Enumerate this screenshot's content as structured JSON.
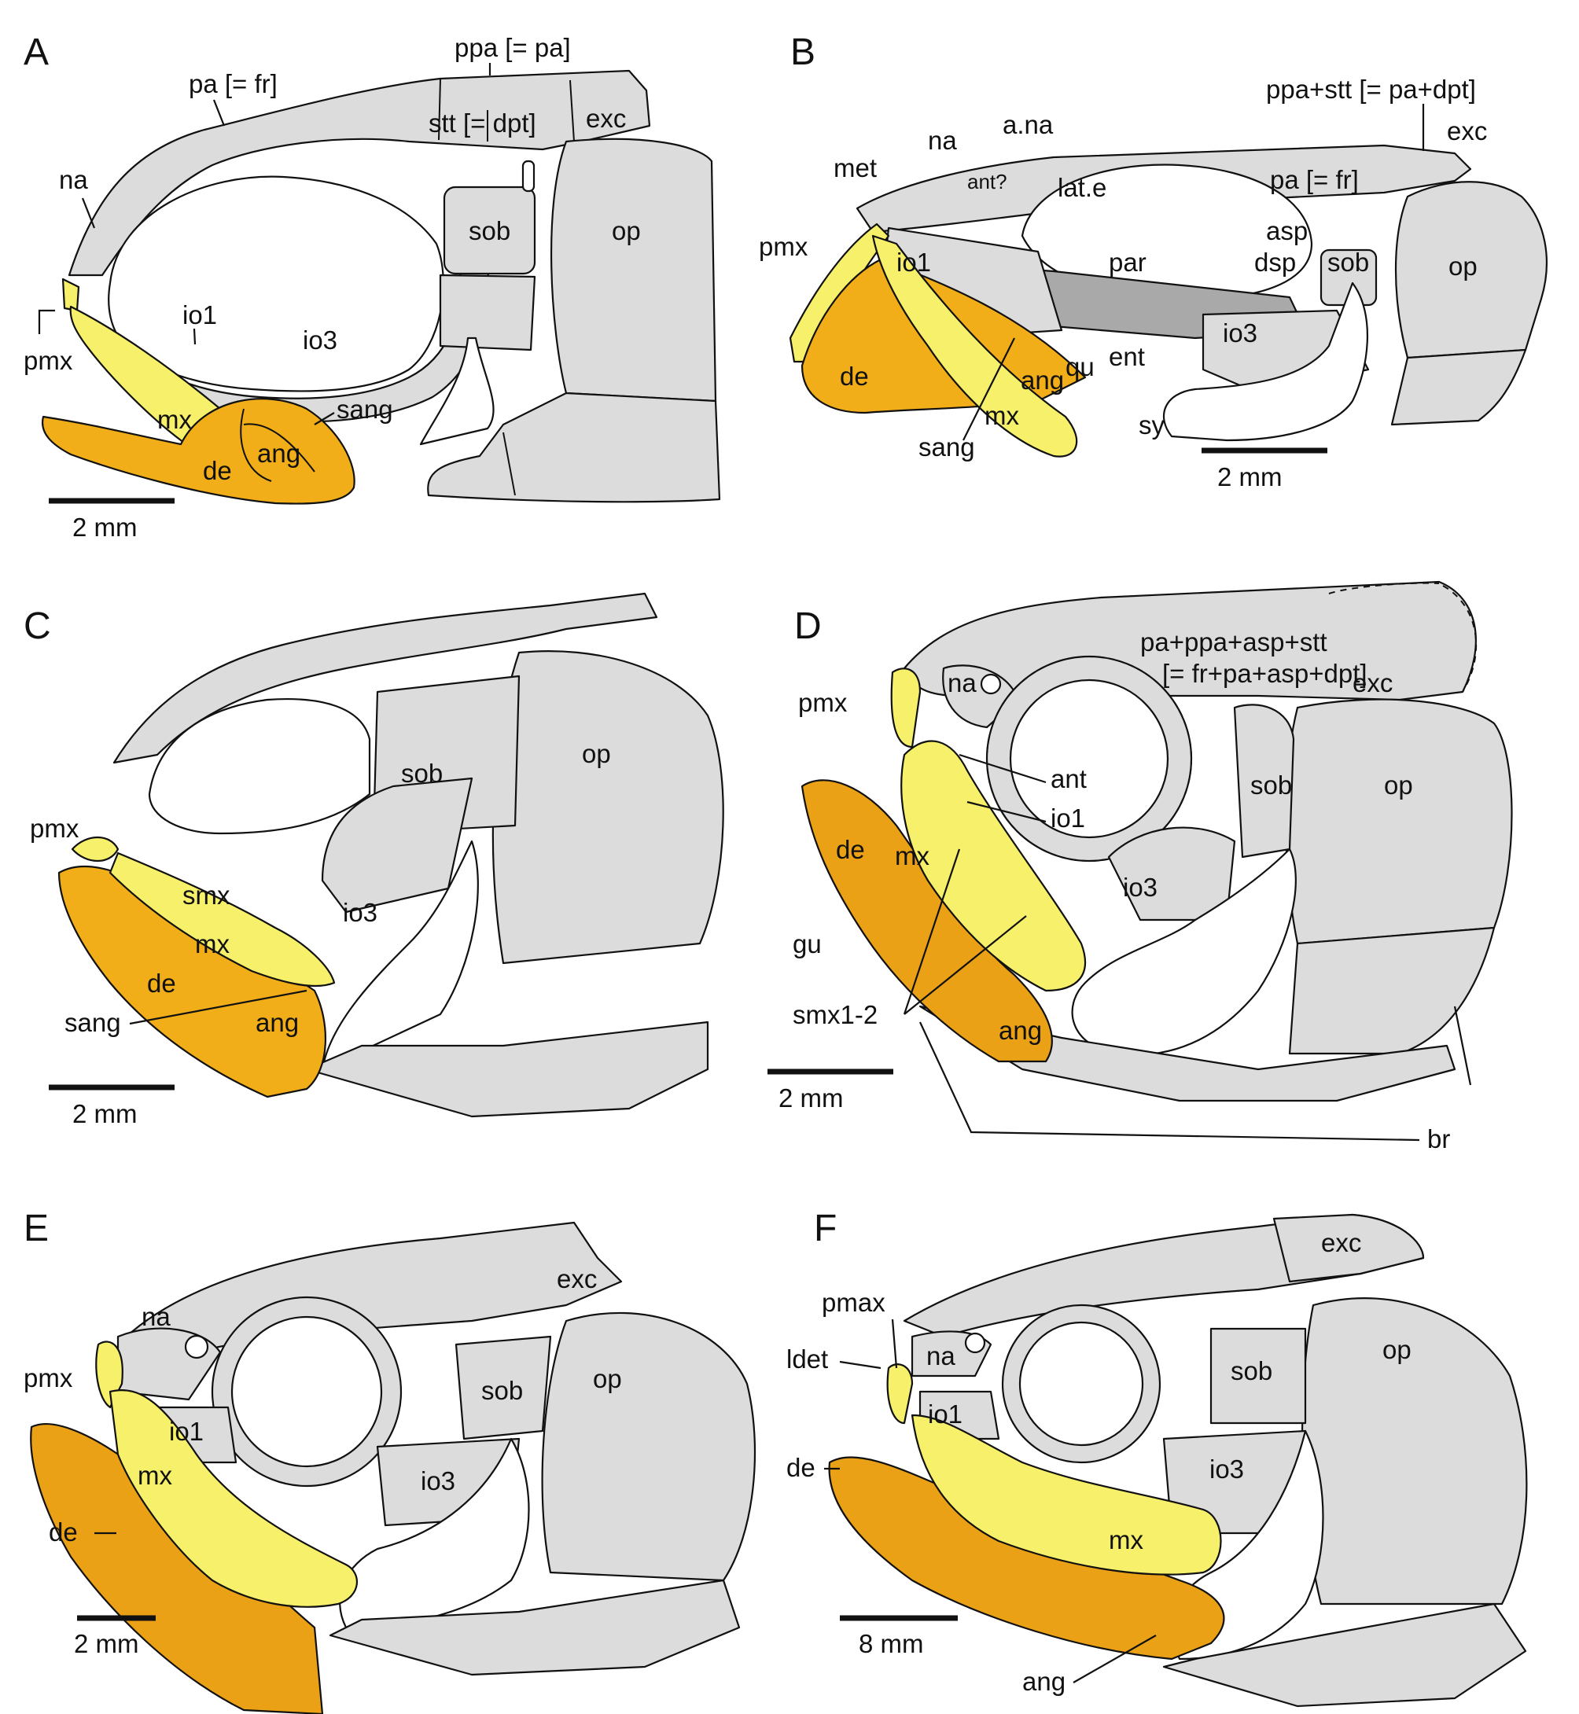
{
  "panels": {
    "A": {
      "letter": "A",
      "labels": {
        "ppa": "ppa [= pa]",
        "pa": "pa [= fr]",
        "stt": "stt [= dpt]",
        "exc": "exc",
        "na": "na",
        "sob": "sob",
        "op": "op",
        "io1": "io1",
        "io3": "io3",
        "pmx": "pmx",
        "sang": "sang",
        "mx": "mx",
        "ang": "ang",
        "de": "de"
      },
      "scale": "2 mm"
    },
    "B": {
      "letter": "B",
      "labels": {
        "ppa_stt": "ppa+stt [= pa+dpt]",
        "exc": "exc",
        "na": "na",
        "a_na": "a.na",
        "met": "met",
        "ant": "ant?",
        "lat_e": "lat.e",
        "pa": "pa [= fr]",
        "pmx": "pmx",
        "io1": "io1",
        "par": "par",
        "asp": "asp",
        "dsp": "dsp",
        "sob": "sob",
        "op": "op",
        "io3": "io3",
        "de": "de",
        "ang": "ang",
        "qu": "qu",
        "ent": "ent",
        "mx": "mx",
        "sang": "sang",
        "sy": "sy"
      },
      "scale": "2 mm"
    },
    "C": {
      "letter": "C",
      "labels": {
        "sob": "sob",
        "op": "op",
        "pmx": "pmx",
        "smx": "smx",
        "io3": "io3",
        "mx": "mx",
        "de": "de",
        "sang": "sang",
        "ang": "ang"
      },
      "scale": "2 mm"
    },
    "D": {
      "letter": "D",
      "labels": {
        "roof": "pa+ppa+asp+stt",
        "roof_eq": "[= fr+pa+asp+dpt]",
        "exc": "exc",
        "pmx": "pmx",
        "na": "na",
        "ant": "ant",
        "io1": "io1",
        "sob": "sob",
        "op": "op",
        "de": "de",
        "mx": "mx",
        "io3": "io3",
        "gu": "gu",
        "smx": "smx1-2",
        "ang": "ang",
        "br": "br"
      },
      "scale": "2 mm"
    },
    "E": {
      "letter": "E",
      "labels": {
        "exc": "exc",
        "na": "na",
        "pmx": "pmx",
        "io1": "io1",
        "sob": "sob",
        "op": "op",
        "mx": "mx",
        "io3": "io3",
        "de": "de"
      },
      "scale": "2 mm"
    },
    "F": {
      "letter": "F",
      "labels": {
        "exc": "exc",
        "pmax": "pmax",
        "ldet": "ldet",
        "na": "na",
        "sob": "sob",
        "op": "op",
        "io1": "io1",
        "io3": "io3",
        "de": "de",
        "mx": "mx",
        "ang": "ang"
      },
      "scale": "8 mm"
    }
  },
  "colors": {
    "bone": "#dcdcdc",
    "maxilla_premaxilla": "#f7f06a",
    "mandible": "#f2ae18",
    "dark_bone": "#a9a9a9",
    "outline": "#111111"
  }
}
